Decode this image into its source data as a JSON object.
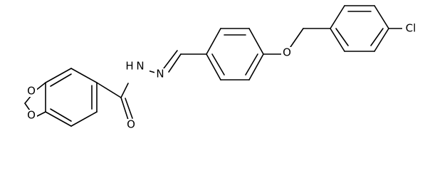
{
  "molecule": {
    "atoms": {
      "o_ring_top": "O",
      "o_ring_bottom": "O",
      "o_carbonyl": "O",
      "nh": "H",
      "nh_n": "N",
      "n_imine": "N",
      "o_ether": "O",
      "cl": "Cl"
    }
  },
  "colors": {
    "bond": "#000000",
    "background": "#ffffff"
  }
}
